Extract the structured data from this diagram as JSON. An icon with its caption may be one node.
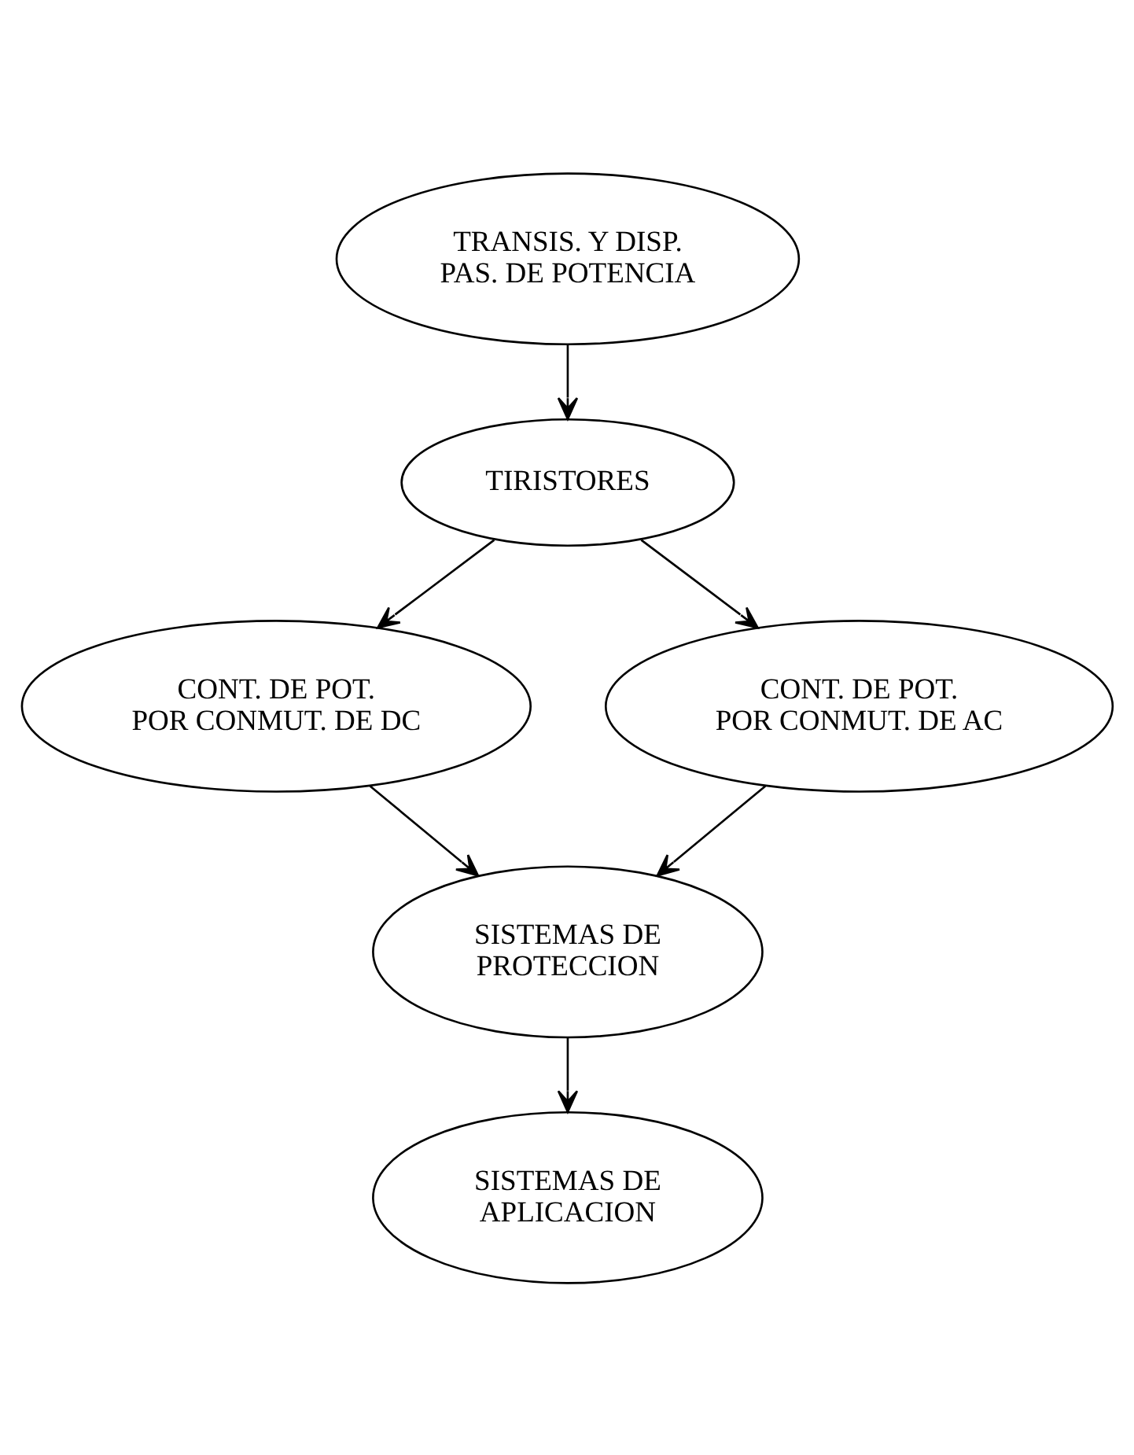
{
  "diagram": {
    "nodes": [
      {
        "text": [
          "TRANSIS. Y DISP. PAS. DE POTENCIA"
        ]
      },
      {
        "text": [
          "TIRISTORES"
        ]
      },
      {
        "text": [
          "CONT. DE POT. POR CONMUT. DE DC"
        ]
      },
      {
        "text": [
          "CONT. DE POT. POR CONMUT. DE AC"
        ]
      },
      {
        "text": [
          "SISTEMAS DE PROTECCION"
        ]
      },
      {
        "text": [
          "SISTEMAS DE APLICACION"
        ]
      }
    ],
    "edges": [
      {
        "from": 0,
        "to": 1,
        "arrow": "to"
      },
      {
        "from": 1,
        "to": 2,
        "arrow": "to"
      },
      {
        "from": 1,
        "to": 3,
        "arrow": "to"
      },
      {
        "from": 2,
        "to": 4,
        "arrow": "to"
      },
      {
        "from": 3,
        "to": 4,
        "arrow": "to"
      },
      {
        "from": 4,
        "to": 5,
        "arrow": "to"
      }
    ]
  }
}
